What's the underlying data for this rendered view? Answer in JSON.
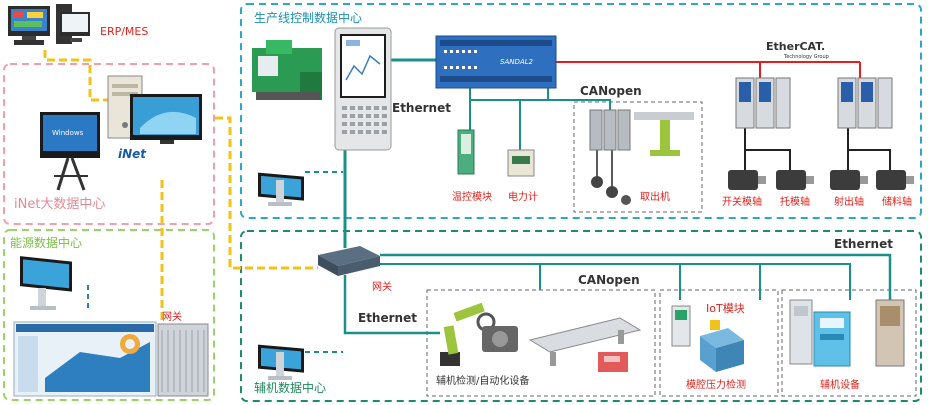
{
  "colors": {
    "production_border": "#2aa7c9",
    "auxiliary_border": "#1e8a6e",
    "inet_border": "#f0a0a8",
    "energy_border": "#9bd36a",
    "ethernet_yellow": "#f2c21b",
    "teal_link": "#1b8f8a",
    "red_link": "#e02020",
    "title_teal": "#1a8fb0",
    "title_green": "#1f8a5a",
    "title_pink": "#e38a95",
    "title_lime": "#7bbd45",
    "label_red": "#e0231c",
    "label_dark": "#333333"
  },
  "regions": {
    "production": {
      "title": "生产线控制数据中心"
    },
    "auxiliary": {
      "title": "辅机数据中心"
    },
    "inet": {
      "title": "iNet大数据中心"
    },
    "energy": {
      "title": "能源数据中心"
    }
  },
  "labels": {
    "erp_mes": "ERP/MES",
    "ethernet_controller": "Ethernet",
    "ethernet_gateway": "Ethernet",
    "ethernet_aux": "Ethernet",
    "ethernet_top_right": "Ethernet",
    "canopen_top": "CANopen",
    "canopen_mid": "CANopen",
    "ethercat": "EtherCAT.",
    "ethercat_sub": "Technology Group",
    "plc_brand": "SANDAL2",
    "gateway_mid": "网关",
    "gateway_energy": "网关",
    "windows_brand": "Windows",
    "inet_logo": "iNet",
    "iot_module": "IoT模块"
  },
  "devices": {
    "temp_module": "温控模块",
    "power_meter": "电力计",
    "picker": "取出机",
    "mold_open_axis": "开关模轴",
    "ejector_axis": "托模轴",
    "injection_axis": "射出轴",
    "feed_axis": "储料轴",
    "aux_automation": "辅机检测/自动化设备",
    "cavity_pressure": "模腔压力检测",
    "aux_equipment": "辅机设备"
  }
}
